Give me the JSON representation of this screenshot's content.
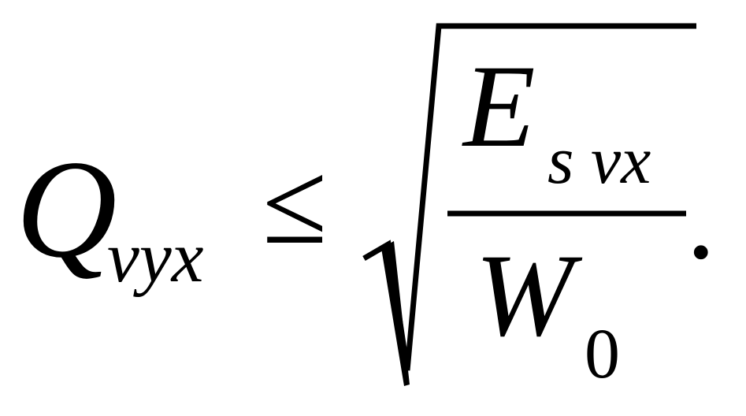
{
  "formula": {
    "lhs": {
      "symbol": "Q",
      "subscript": "vyx"
    },
    "relation": "≤",
    "rhs": {
      "numerator": {
        "symbol": "E",
        "subscript": "s vx"
      },
      "denominator": {
        "symbol": "W",
        "subscript": "0"
      }
    },
    "terminator": "."
  }
}
